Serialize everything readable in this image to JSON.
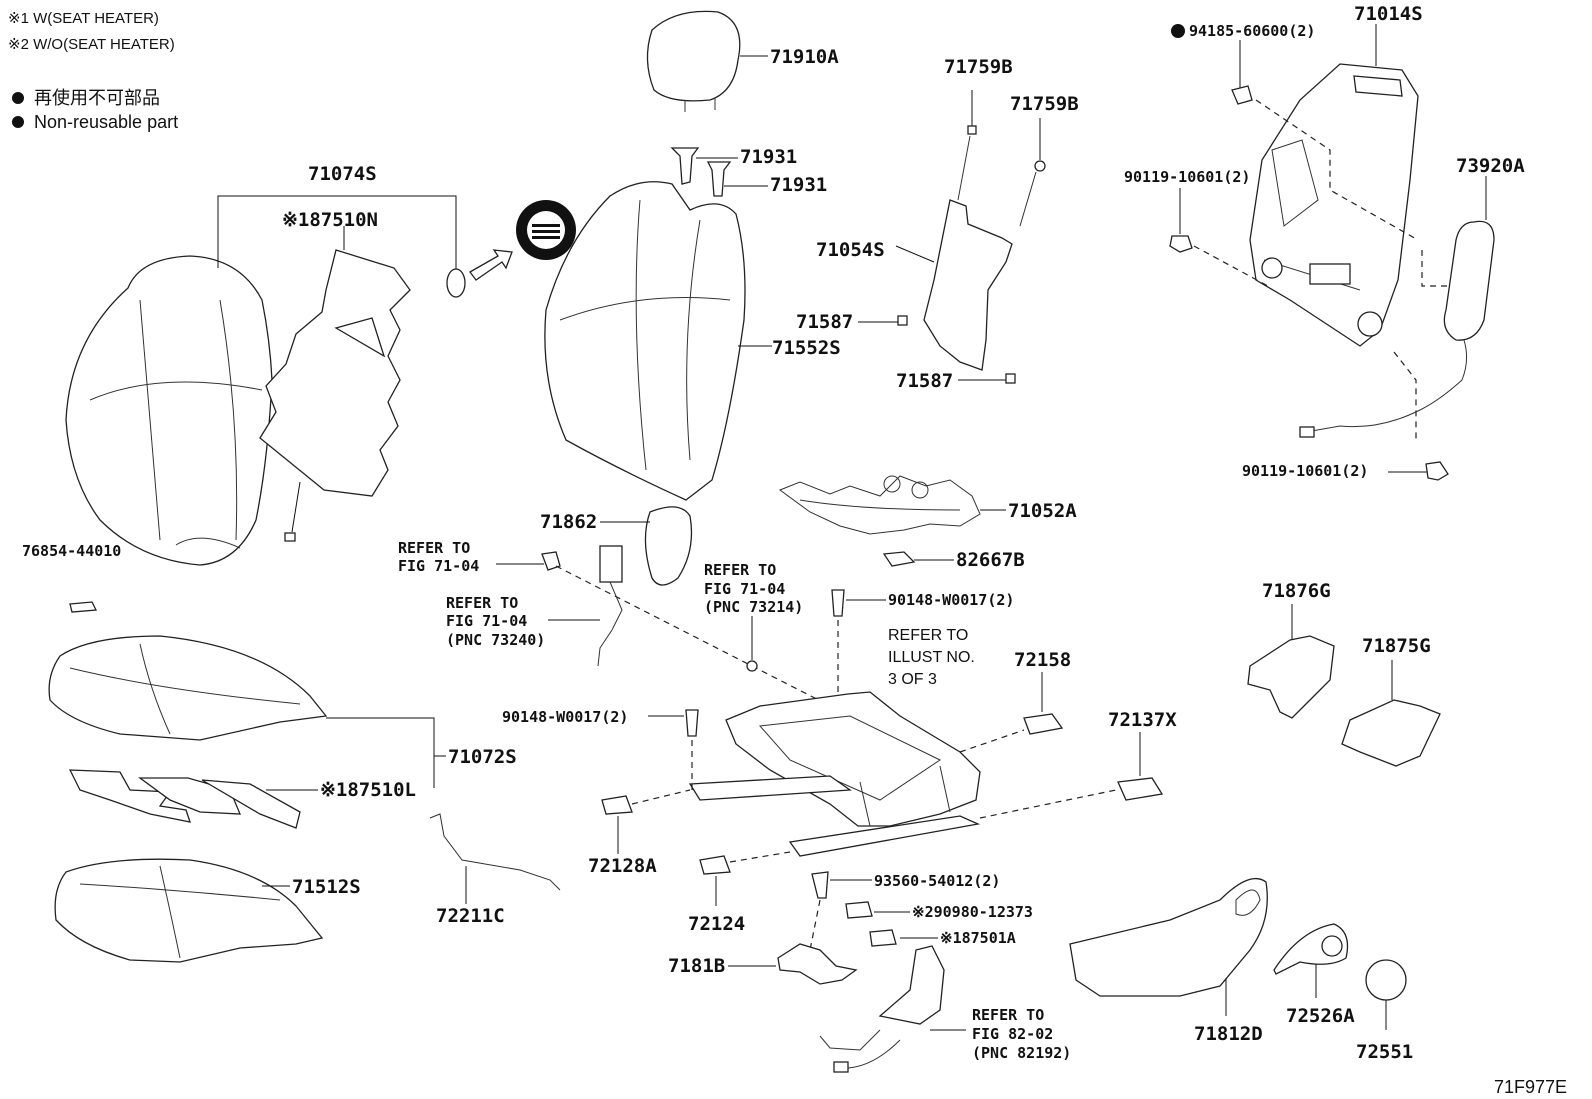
{
  "legend": {
    "note1": "※1 W(SEAT HEATER)",
    "note2": "※2 W/O(SEAT HEATER)",
    "nonreusable_jp": "再使用不可部品",
    "nonreusable_en": "Non-reusable part"
  },
  "labels": {
    "p71910A": "71910A",
    "p71931a": "71931",
    "p71931b": "71931",
    "p71074S": "71074S",
    "p87510N": "※187510N",
    "p71552S": "71552S",
    "p71759B_1": "71759B",
    "p71759B_2": "71759B",
    "p71054S": "71054S",
    "p71587_1": "71587",
    "p71587_2": "71587",
    "p94185": "94185-60600(2)",
    "p71014S": "71014S",
    "p90119_1": "90119-10601(2)",
    "p73920A": "73920A",
    "p90119_2": "90119-10601(2)",
    "p71052A": "71052A",
    "p82667B": "82667B",
    "p76854": "76854-44010",
    "p71862": "71862",
    "refer1_a": "REFER TO",
    "refer1_b": "FIG 71-04",
    "refer2_a": "REFER TO",
    "refer2_b": "FIG 71-04",
    "refer2_c": "(PNC 73240)",
    "refer3_a": "REFER TO",
    "refer3_b": "FIG 71-04",
    "refer3_c": "(PNC 73214)",
    "p90148_1": "90148-W0017(2)",
    "illust_a": "REFER TO",
    "illust_b": "ILLUST NO.",
    "illust_c": "3 OF 3",
    "p72158": "72158",
    "p71876G": "71876G",
    "p71875G": "71875G",
    "p90148_2": "90148-W0017(2)",
    "p72137X": "72137X",
    "p71072S": "71072S",
    "p87510L": "※187510L",
    "p72128A": "72128A",
    "p71512S": "71512S",
    "p72211C": "72211C",
    "p93560": "93560-54012(2)",
    "p90980": "※290980-12373",
    "p87501A": "※187501A",
    "p72124": "72124",
    "p7181B": "7181B",
    "p71812D": "71812D",
    "p72526A": "72526A",
    "p72551": "72551",
    "refer4_a": "REFER TO",
    "refer4_b": "FIG 82-02",
    "refer4_c": "(PNC 82192)",
    "fig_code": "71F977E"
  }
}
